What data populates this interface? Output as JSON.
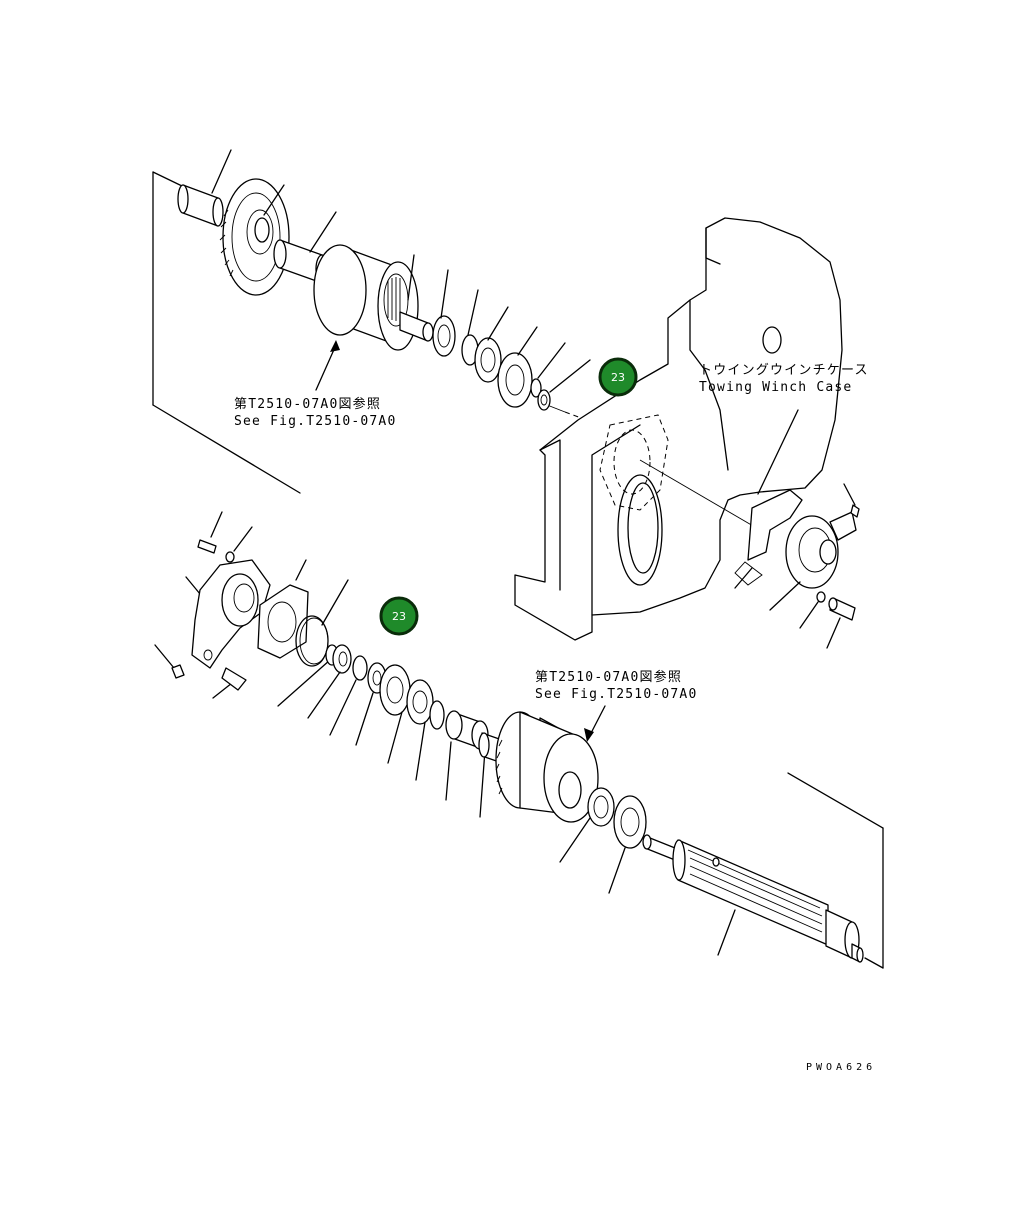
{
  "labels": {
    "ref_upper_jp": "第T2510-07A0図参照",
    "ref_upper_en": "See Fig.T2510-07A0",
    "case_jp": "トウイングウインチケース",
    "case_en": "Towing Winch Case",
    "ref_lower_jp": "第T2510-07A0図参照",
    "ref_lower_en": "See Fig.T2510-07A0",
    "drawing_code": "PWOA626"
  },
  "callouts": [
    {
      "number": "23"
    },
    {
      "number": "23"
    }
  ],
  "colors": {
    "callout_fill": "#1f8a2a",
    "line": "#000000",
    "background": "#ffffff"
  }
}
